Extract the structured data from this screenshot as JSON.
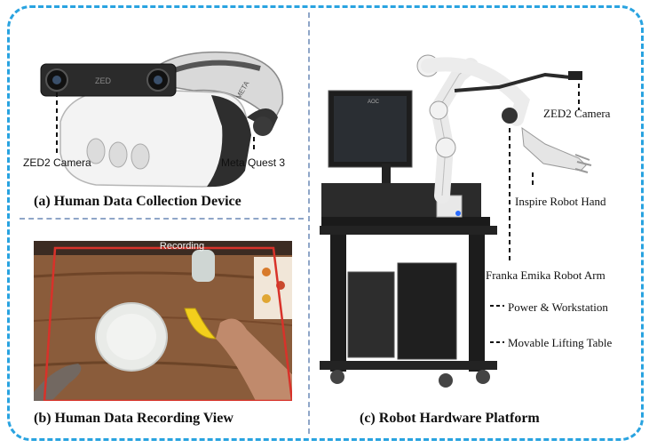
{
  "panels": {
    "a": {
      "caption": "(a) Human Data Collection Device",
      "labels": {
        "camera": "ZED2 Camera",
        "headset": "Meta Quest 3"
      },
      "camera_brand": "ZED",
      "headset_brand": "META"
    },
    "b": {
      "caption": "(b) Human Data Recording View",
      "recording_label": "Recording"
    },
    "c": {
      "caption": "(c) Robot Hardware Platform",
      "monitor_brand": "AOC",
      "labels": {
        "camera": "ZED2 Camera",
        "hand": "Inspire Robot Hand",
        "arm": "Franka Emika Robot Arm",
        "power": "Power & Workstation",
        "table": "Movable Lifting Table"
      }
    }
  },
  "colors": {
    "frame": "#29a3e0",
    "divider": "#8fa6c8",
    "recording_box": "#d8322a",
    "banana": "#f3cf1c"
  }
}
